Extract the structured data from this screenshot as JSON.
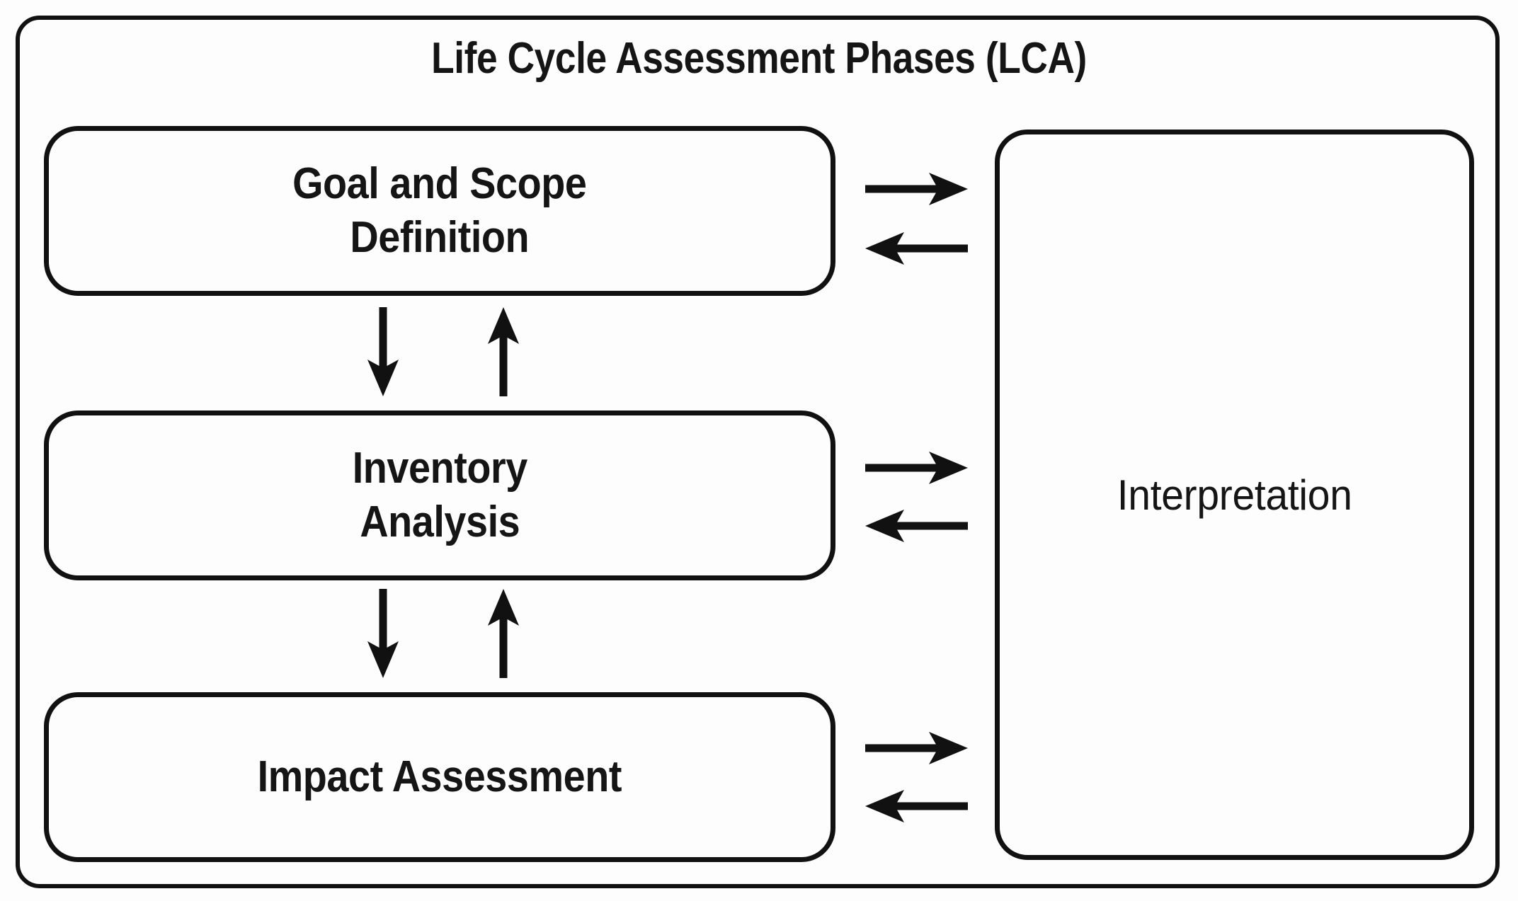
{
  "diagram": {
    "title": "Life Cycle Assessment Phases (LCA)",
    "frame_border_color": "#111111",
    "background_color": "#fdfdfd",
    "text_color": "#151515",
    "phases": [
      {
        "id": "goal-scope",
        "label": "Goal and Scope\nDefinition"
      },
      {
        "id": "inventory",
        "label": "Inventory\nAnalysis"
      },
      {
        "id": "impact",
        "label": "Impact Assessment"
      }
    ],
    "interpretation": {
      "label": "Interpretation"
    },
    "connectors": {
      "vertical": [
        {
          "from": "goal-scope",
          "to": "inventory",
          "icon": "arrow-down-icon"
        },
        {
          "from": "inventory",
          "to": "goal-scope",
          "icon": "arrow-up-icon"
        },
        {
          "from": "inventory",
          "to": "impact",
          "icon": "arrow-down-icon"
        },
        {
          "from": "impact",
          "to": "inventory",
          "icon": "arrow-up-icon"
        }
      ],
      "horizontal": [
        {
          "from": "goal-scope",
          "to": "interpretation",
          "icon": "arrow-right-icon"
        },
        {
          "from": "interpretation",
          "to": "goal-scope",
          "icon": "arrow-left-icon"
        },
        {
          "from": "inventory",
          "to": "interpretation",
          "icon": "arrow-right-icon"
        },
        {
          "from": "interpretation",
          "to": "inventory",
          "icon": "arrow-left-icon"
        },
        {
          "from": "impact",
          "to": "interpretation",
          "icon": "arrow-right-icon"
        },
        {
          "from": "interpretation",
          "to": "impact",
          "icon": "arrow-left-icon"
        }
      ]
    }
  }
}
